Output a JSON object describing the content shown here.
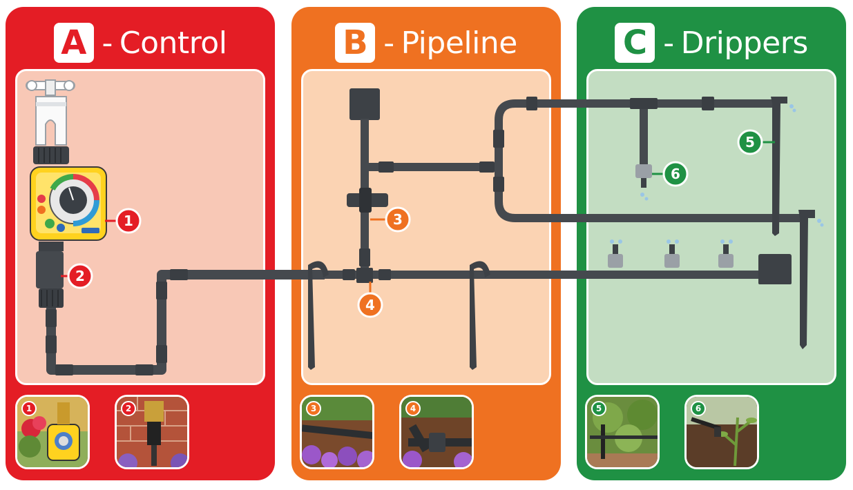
{
  "colors": {
    "control": "#e41d25",
    "pipeline": "#ef7121",
    "drippers": "#1f9144",
    "control_inner": "#f8c8b6",
    "pipeline_inner": "#fbd3b3",
    "drippers_inner": "#c3ddc2",
    "pipe": "#45494e"
  },
  "panels": [
    {
      "letter": "A",
      "separator": "-",
      "title": "Control"
    },
    {
      "letter": "B",
      "separator": "-",
      "title": "Pipeline"
    },
    {
      "letter": "C",
      "separator": "-",
      "title": "Drippers"
    }
  ],
  "callouts": [
    "1",
    "2",
    "3",
    "4",
    "5",
    "6"
  ],
  "photos": [
    {
      "number": "1",
      "subject": "timer-on-tap"
    },
    {
      "number": "2",
      "subject": "connector-on-tap"
    },
    {
      "number": "3",
      "subject": "pipe-in-garden-bed"
    },
    {
      "number": "4",
      "subject": "tee-connector"
    },
    {
      "number": "5",
      "subject": "stake-dripper-plants"
    },
    {
      "number": "6",
      "subject": "inline-dripper-soil"
    }
  ],
  "icons": [
    "tap-icon",
    "water-timer-icon",
    "connector-icon",
    "pipe-clip-icon",
    "tee-connector-icon",
    "ground-stake-icon",
    "stake-dripper-icon",
    "inline-dripper-icon",
    "end-plug-icon",
    "water-drop-icon"
  ]
}
